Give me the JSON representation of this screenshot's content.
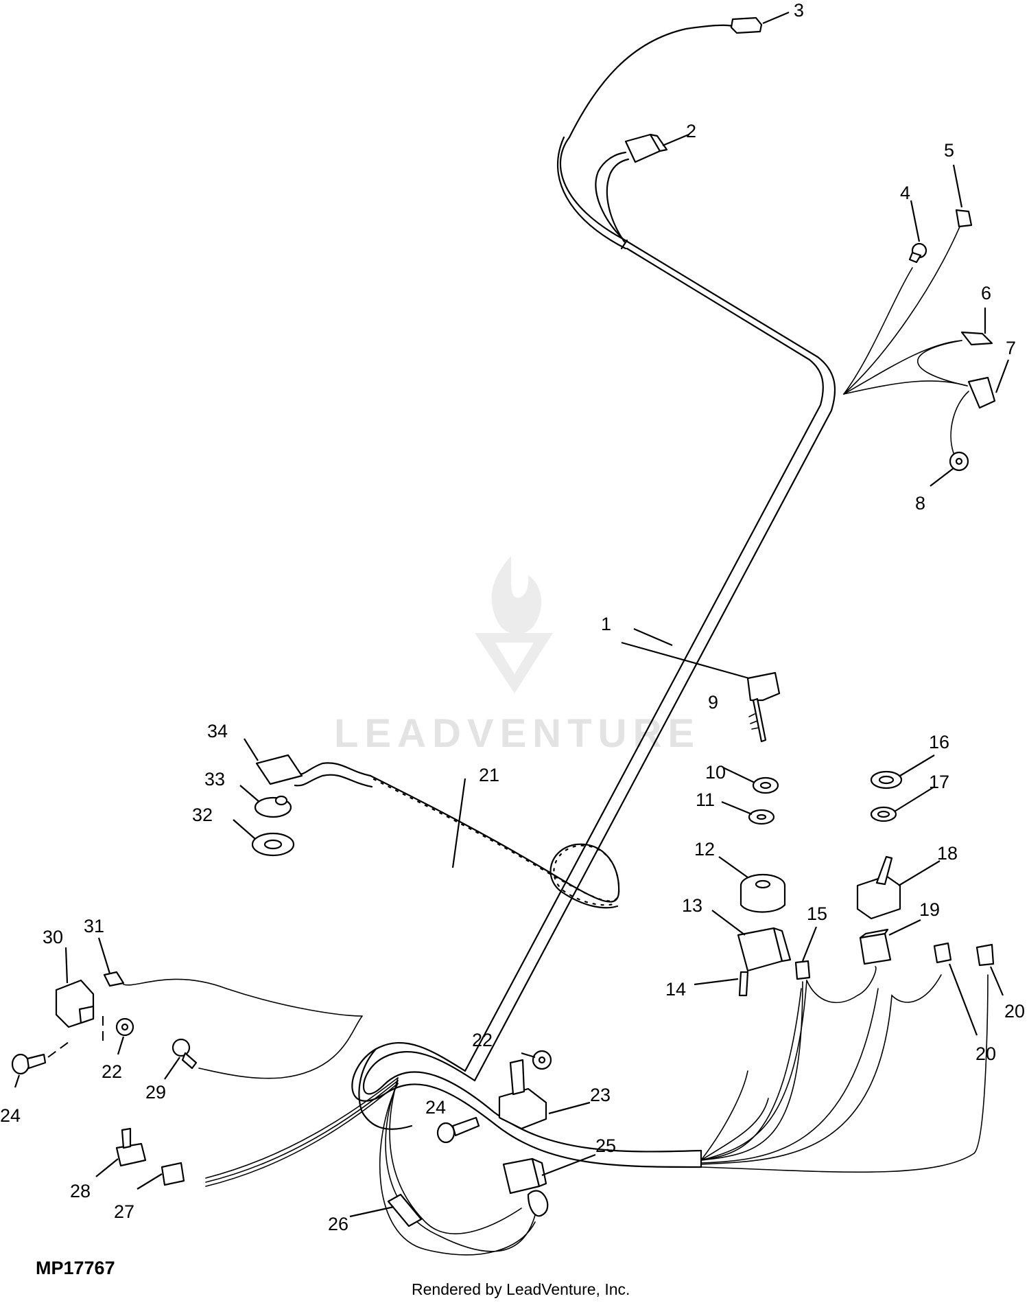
{
  "diagram": {
    "reference_code": "MP17767",
    "credit": "Rendered by LeadVenture, Inc.",
    "watermark": "LEADVENTURE",
    "callouts": [
      "1",
      "2",
      "3",
      "4",
      "5",
      "6",
      "7",
      "8",
      "9",
      "10",
      "11",
      "12",
      "13",
      "14",
      "15",
      "16",
      "17",
      "18",
      "19",
      "20",
      "20",
      "21",
      "22",
      "22",
      "23",
      "24",
      "24",
      "25",
      "26",
      "27",
      "28",
      "29",
      "30",
      "31",
      "32",
      "33",
      "34"
    ]
  }
}
